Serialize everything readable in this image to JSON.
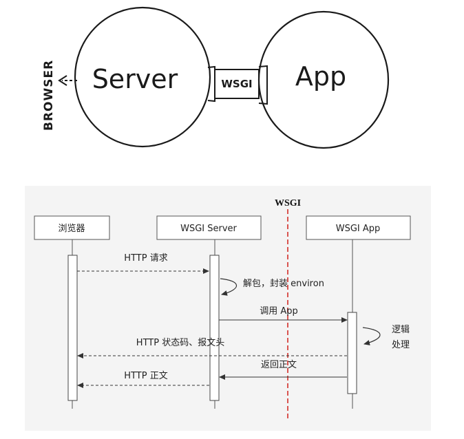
{
  "sketch": {
    "browser_label": "BROWSER",
    "server_label": "Server",
    "wsgi_label": "WSGI",
    "app_label": "App"
  },
  "sequence": {
    "wsgi_divider_label": "WSGI",
    "participants": {
      "browser": "浏览器",
      "server": "WSGI Server",
      "app": "WSGI App"
    },
    "messages": {
      "http_request": "HTTP 请求",
      "unpack": "解包，封装 environ",
      "call_app": "调用 App",
      "logic_1": "逻辑",
      "logic_2": "处理",
      "status_headers": "HTTP 状态码、报文头",
      "return_body": "返回正文",
      "http_body": "HTTP 正文"
    },
    "colors": {
      "panel_bg": "#f4f4f4",
      "divider": "#d9534f",
      "line": "#333333"
    }
  }
}
